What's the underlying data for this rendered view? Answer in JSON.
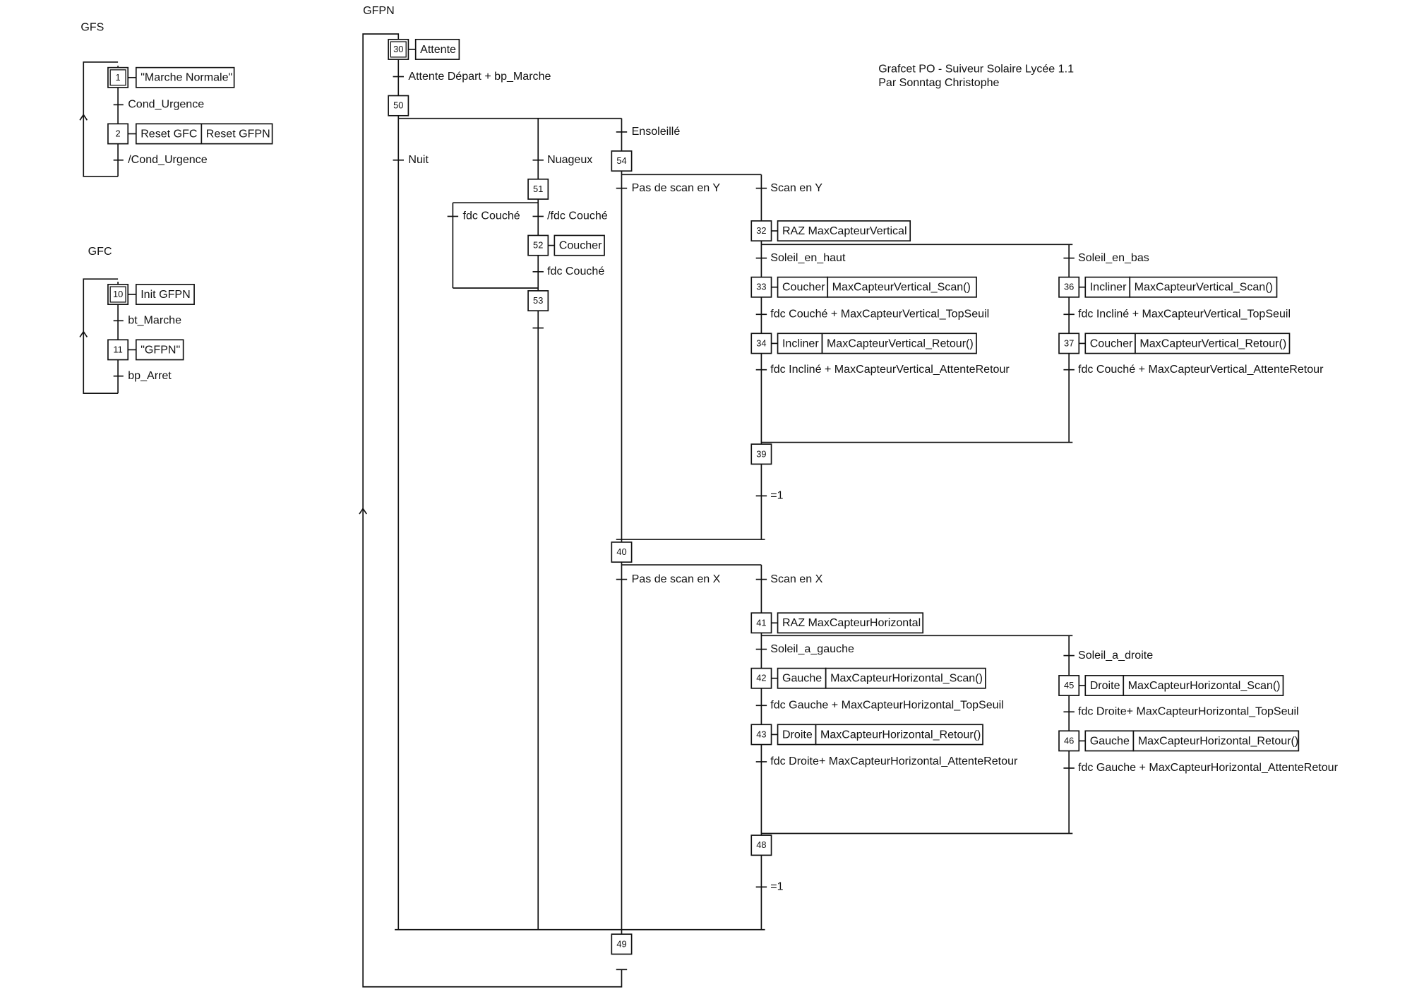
{
  "header": {
    "title_line1": "Grafcet PO - Suiveur Solaire Lycée 1.1",
    "title_line2": "Par Sonntag Christophe"
  },
  "gfs": {
    "title": "GFS",
    "step1": {
      "num": "1",
      "action": "\"Marche Normale\""
    },
    "t1": "Cond_Urgence",
    "step2": {
      "num": "2",
      "action1": "Reset GFC",
      "action2": "Reset GFPN"
    },
    "t2": "/Cond_Urgence"
  },
  "gfc": {
    "title": "GFC",
    "step10": {
      "num": "10",
      "action": "Init GFPN"
    },
    "t1": "bt_Marche",
    "step11": {
      "num": "11",
      "action": "\"GFPN\""
    },
    "t2": "bp_Arret"
  },
  "gfpn": {
    "title": "GFPN",
    "s30": {
      "num": "30",
      "action": "Attente"
    },
    "t30": "Attente Départ + bp_Marche",
    "s50": {
      "num": "50"
    },
    "t_nuit": "Nuit",
    "t_nuageux": "Nuageux",
    "t_ensoleille": "Ensoleillé",
    "s51": {
      "num": "51"
    },
    "t_fdc_couche": "fdc Couché",
    "t_not_fdc_couche": "/fdc Couché",
    "s52": {
      "num": "52",
      "action": "Coucher"
    },
    "t52": "fdc Couché",
    "s53": {
      "num": "53"
    },
    "s54": {
      "num": "54"
    },
    "t_pas_scan_y": "Pas de scan en Y",
    "t_scan_y": "Scan en Y",
    "s32": {
      "num": "32",
      "action": "RAZ MaxCapteurVertical"
    },
    "t_soleil_haut": "Soleil_en_haut",
    "t_soleil_bas": "Soleil_en_bas",
    "s33": {
      "num": "33",
      "action1": "Coucher",
      "action2": "MaxCapteurVertical_Scan()"
    },
    "t33": "fdc Couché + MaxCapteurVertical_TopSeuil",
    "s34": {
      "num": "34",
      "action1": "Incliner",
      "action2": "MaxCapteurVertical_Retour()"
    },
    "t34": "fdc Incliné + MaxCapteurVertical_AttenteRetour",
    "s36": {
      "num": "36",
      "action1": "Incliner",
      "action2": "MaxCapteurVertical_Scan()"
    },
    "t36": "fdc Incliné + MaxCapteurVertical_TopSeuil",
    "s37": {
      "num": "37",
      "action1": "Coucher",
      "action2": "MaxCapteurVertical_Retour()"
    },
    "t37": "fdc Couché +  MaxCapteurVertical_AttenteRetour",
    "s39": {
      "num": "39"
    },
    "t39": "=1",
    "s40": {
      "num": "40"
    },
    "t_pas_scan_x": "Pas de scan en X",
    "t_scan_x": "Scan en X",
    "s41": {
      "num": "41",
      "action": "RAZ MaxCapteurHorizontal"
    },
    "t_soleil_gauche": "Soleil_a_gauche",
    "t_soleil_droite": "Soleil_a_droite",
    "s42": {
      "num": "42",
      "action1": "Gauche",
      "action2": "MaxCapteurHorizontal_Scan()"
    },
    "t42": "fdc Gauche + MaxCapteurHorizontal_TopSeuil",
    "s43": {
      "num": "43",
      "action1": "Droite",
      "action2": "MaxCapteurHorizontal_Retour()"
    },
    "t43": "fdc Droite+ MaxCapteurHorizontal_AttenteRetour",
    "s45": {
      "num": "45",
      "action1": "Droite",
      "action2": "MaxCapteurHorizontal_Scan()"
    },
    "t45": "fdc Droite+ MaxCapteurHorizontal_TopSeuil",
    "s46": {
      "num": "46",
      "action1": "Gauche",
      "action2": "MaxCapteurHorizontal_Retour()"
    },
    "t46": "fdc Gauche +  MaxCapteurHorizontal_AttenteRetour",
    "s48": {
      "num": "48"
    },
    "t48": "=1",
    "s49": {
      "num": "49"
    }
  }
}
